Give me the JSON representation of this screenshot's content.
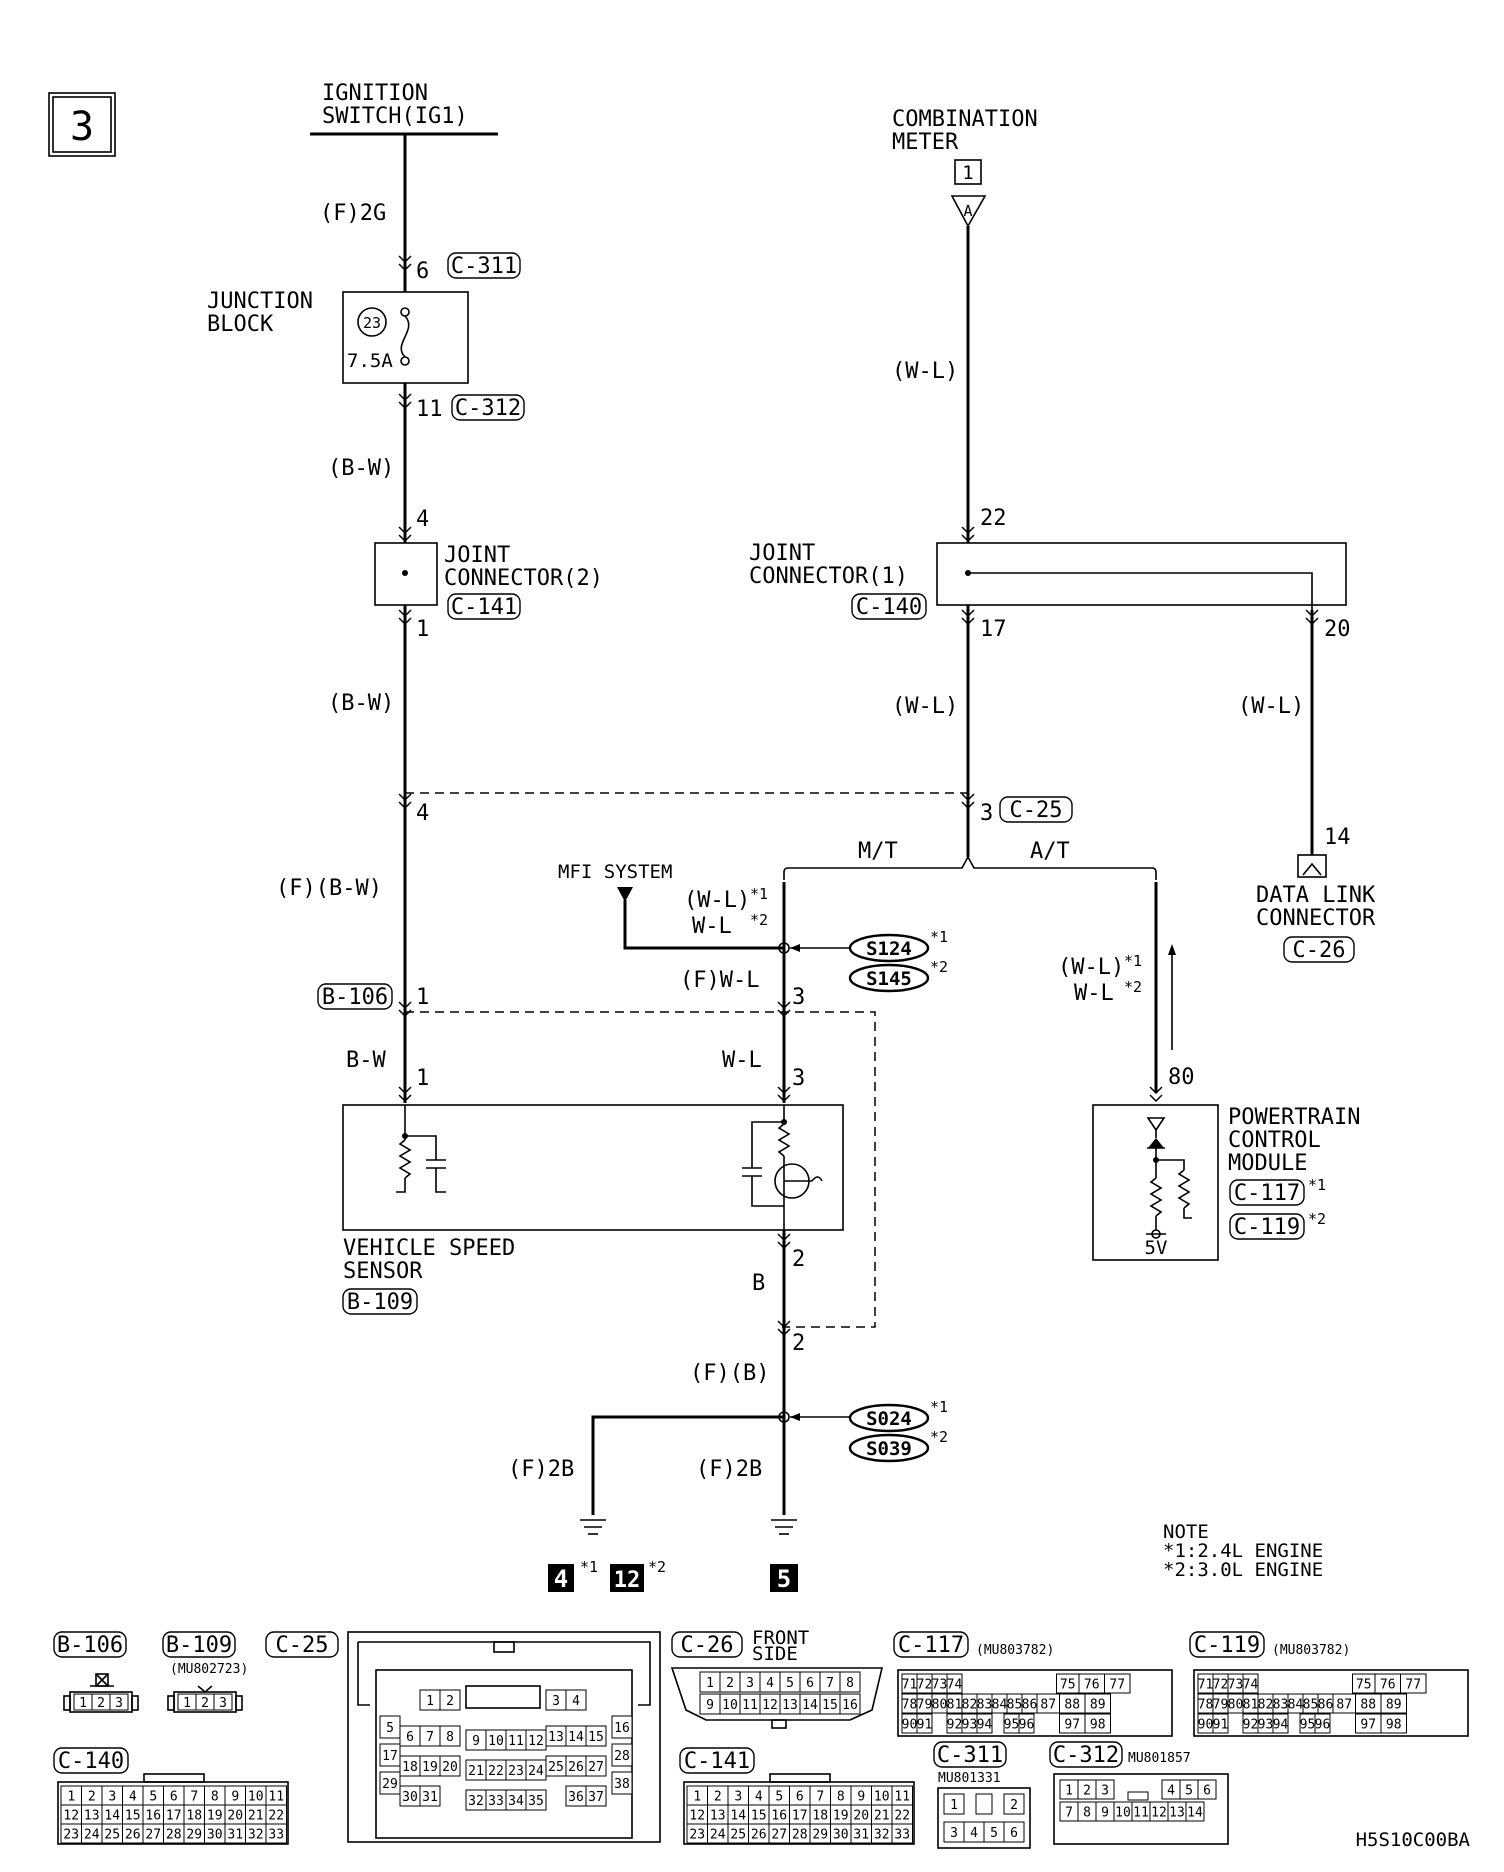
{
  "page": {
    "number": "3",
    "figure_id": "H5S10C00BA"
  },
  "components": {
    "ignition_switch": [
      "IGNITION",
      "SWITCH(IG1)"
    ],
    "combination_meter": [
      "COMBINATION",
      "METER"
    ],
    "combination_meter_conn": "1",
    "combination_meter_pin": "A",
    "junction_block": [
      "JUNCTION",
      "BLOCK"
    ],
    "fuse_number": "23",
    "fuse_rating": "7.5A",
    "joint_connector_2": [
      "JOINT",
      "CONNECTOR(2)"
    ],
    "joint_connector_1": [
      "JOINT",
      "CONNECTOR(1)"
    ],
    "vehicle_speed_sensor": [
      "VEHICLE SPEED",
      "SENSOR"
    ],
    "pcm": [
      "POWERTRAIN",
      "CONTROL",
      "MODULE"
    ],
    "pcm_voltage": "5V",
    "data_link_connector": [
      "DATA LINK",
      "CONNECTOR"
    ],
    "mfi_system": "MFI SYSTEM",
    "mt": "M/T",
    "at": "A/T"
  },
  "connectors": {
    "c311": "C-311",
    "c312": "C-312",
    "c141": "C-141",
    "c140": "C-140",
    "c25": "C-25",
    "c26": "C-26",
    "b106": "B-106",
    "b109": "B-109",
    "c117": "C-117",
    "c119": "C-119"
  },
  "pins": {
    "p6": "6",
    "p11": "11",
    "p4a": "4",
    "p1a": "1",
    "p4b": "4",
    "p1b": "1",
    "p1c": "1",
    "p22": "22",
    "p17": "17",
    "p20": "20",
    "p3c25": "3",
    "p14": "14",
    "p3a": "3",
    "p3b": "3",
    "p80": "80",
    "p2a": "2",
    "p2b": "2"
  },
  "wires": {
    "f2g": "(F)2G",
    "bw1": "(B-W)",
    "bw2": "(B-W)",
    "fbw": "(F)(B-W)",
    "bw3": "B-W",
    "wl1": "(W-L)",
    "wl2": "(W-L)",
    "wl3": "(W-L)",
    "wl_s1": "(W-L)",
    "wl_s2": "W-L",
    "fwl": "(F)W-L",
    "wl4": "W-L",
    "pcm_wl1": "(W-L)",
    "pcm_wl2": "W-L",
    "b": "B",
    "fb": "(F)(B)",
    "f2b_left": "(F)2B",
    "f2b_right": "(F)2B"
  },
  "marks": {
    "star1": "*1",
    "star2": "*2"
  },
  "splices": {
    "s124": "S124",
    "s145": "S145",
    "s024": "S024",
    "s039": "S039"
  },
  "grounds": {
    "g4": "4",
    "g12": "12",
    "g5": "5"
  },
  "note": [
    "NOTE",
    "*1:2.4L ENGINE",
    "*2:3.0L ENGINE"
  ],
  "connector_views": {
    "b106": "B-106",
    "b109": "B-109",
    "b109_part": "(MU802723)",
    "c25": "C-25",
    "c26": "C-26",
    "c26_note": [
      "FRONT",
      "SIDE"
    ],
    "c117": "C-117",
    "c117_part": "(MU803782)",
    "c119": "C-119",
    "c119_part": "(MU803782)",
    "c140": "C-140",
    "c141": "C-141",
    "c311": "C-311",
    "c311_part": "MU801331",
    "c312": "C-312",
    "c312_part": "MU801857"
  }
}
